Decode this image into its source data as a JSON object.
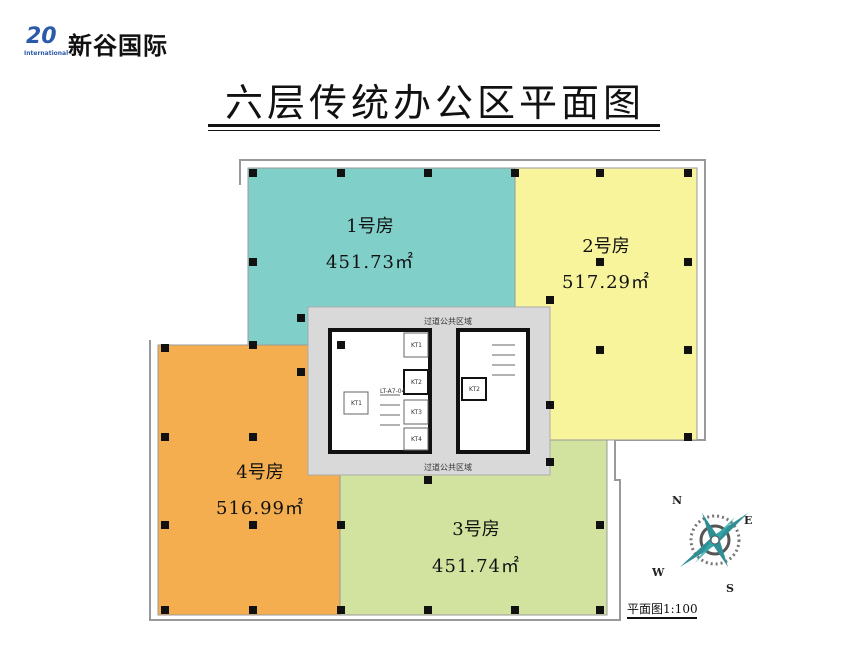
{
  "logo": {
    "number": "20",
    "subtitle": "International",
    "name": "新谷国际"
  },
  "title": "六层传统办公区平面图",
  "rooms": [
    {
      "label": "1号房",
      "area": "451.73㎡",
      "color": "#80cfc9"
    },
    {
      "label": "2号房",
      "area": "517.29㎡",
      "color": "#f8f49c"
    },
    {
      "label": "3号房",
      "area": "451.74㎡",
      "color": "#d2e3a0"
    },
    {
      "label": "4号房",
      "area": "516.99㎡",
      "color": "#f4ae4f"
    }
  ],
  "core": {
    "corridor_top": "过道公共区域",
    "corridor_bottom": "过道公共区域",
    "stair_label": "LT-A7-04",
    "elevators": [
      "KT1",
      "KT2",
      "KT3",
      "KT4",
      "KT1",
      "KT2"
    ]
  },
  "compass": {
    "n": "N",
    "e": "E",
    "s": "S",
    "w": "W"
  },
  "scale": "平面图1:100"
}
